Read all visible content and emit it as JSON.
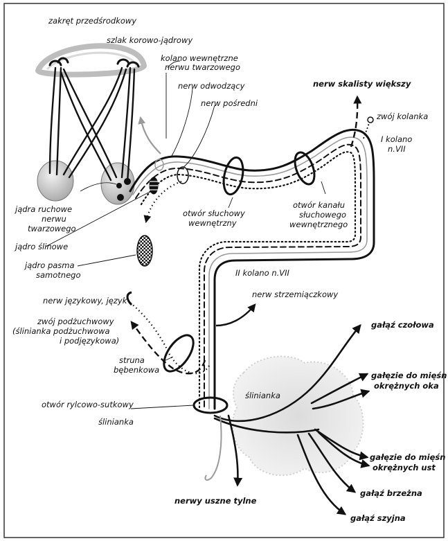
{
  "colors": {
    "ink": "#111111",
    "frame": "#333333",
    "gray": "#9a9a9a",
    "gland": "#cfcfcf",
    "nucleus": "#c8c8c8"
  },
  "labels": {
    "zakret": "zakręt przedśrodkowy",
    "szlak": "szlak korowo-jądrowy",
    "kolano_wew_1": "kolano wewnętrzne",
    "kolano_wew_2": "nerwu twarzowego",
    "odwodzacy": "nerw odwodzący",
    "posredni": "nerw pośredni",
    "skalisty": "nerw skalisty większy",
    "zwoj_kolanka": "zwój kolanka",
    "i_kolano_1": "I kolano",
    "i_kolano_2": "n.VII",
    "jadra_ruchowe_1": "jądra ruchowe",
    "jadra_ruchowe_2": "nerwu",
    "jadra_ruchowe_3": "twarzowego",
    "otwor_sluchowy_1": "otwór słuchowy",
    "otwor_sluchowy_2": "wewnętrzny",
    "otwor_kanalu_1": "otwór kanału",
    "otwor_kanalu_2": "słuchowego",
    "otwor_kanalu_3": "wewnętrznego",
    "jadro_slinowe": "jądro ślinowe",
    "jadro_pasma_1": "jądro pasma",
    "jadro_pasma_2": "samotnego",
    "ii_kolano": "II kolano n.VII",
    "nerw_jezykowy": "nerw językowy, język",
    "strzemiaczkowy": "nerw strzemiączkowy",
    "zwoj_podzuchwowy_1": "zwój podżuchwowy",
    "zwoj_podzuchwowy_2": "(ślinianka podżuchwowa",
    "zwoj_podzuchwowy_3": "i podjęzykowa)",
    "galaz_czolowa": "gałąź czołowa",
    "struna_1": "struna",
    "struna_2": "bębenkowa",
    "galezie_oka_1": "gałęzie do mięśn",
    "galezie_oka_2": "okrężnych oka",
    "slinianka_in": "ślinianka",
    "otwor_rylcowo": "otwór rylcowo-sutkowy",
    "slinianka_out": "ślinianka",
    "galezie_ust_1": "gałęzie do mięśn",
    "galezie_ust_2": "okrężnych ust",
    "galaz_brzezna": "gałąź brzeżna",
    "nerwy_uszne": "nerwy uszne tylne",
    "galaz_szyjna": "gałąź szyjna"
  }
}
